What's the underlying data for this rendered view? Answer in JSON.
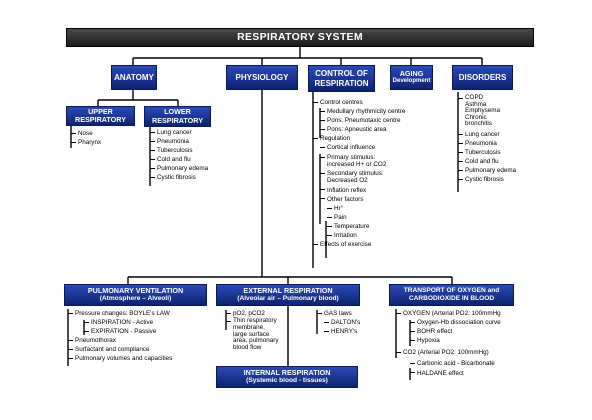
{
  "title": "RESPIRATORY SYSTEM",
  "top": {
    "anatomy": "ANATOMY",
    "physiology": "PHYSIOLOGY",
    "control": "CONTROL OF RESPIRATION",
    "aging": "AGING",
    "aging_sub": "Development",
    "disorders": "DISORDERS"
  },
  "anatomy": {
    "upper": "UPPER RESPIRATORY",
    "upper_items": [
      "Nose",
      "Pharynx"
    ],
    "lower": "LOWER RESPIRATORY",
    "lower_items": [
      "Lung cancer",
      "Pneumonia",
      "Tuberculosis",
      "Cold and flu",
      "Pulmonary edema",
      "Cystic fibrosis"
    ]
  },
  "control": {
    "c1": "Control centres",
    "c1a": "Medullary rhythmicity centre",
    "c1b": "Pons: Pneumotaxic centre",
    "c1c": "Pons: Apneustic area",
    "c2": "Regulation",
    "c2a": "Cortical influence",
    "c2b": "Primary stimulus:\nincreased H+ or CO2",
    "c2c": "Secondary stimulus:\nDecreased O2",
    "c2d": "Inflation reflex",
    "c2e": "Other factors",
    "c2e1": "Hr°",
    "c2e2": "Pain",
    "c2e3": "Temperature",
    "c2e4": "Irritation",
    "c3": "Effects of exercise"
  },
  "disorders": {
    "d1": "COPD\nAsthma\nEmphysema\nChronic\nbronchitis",
    "items": [
      "Lung cancer",
      "Pneumonia",
      "Tuberculosis",
      "Cold and flu",
      "Pulmonary edema",
      "Cystic fibrosis"
    ]
  },
  "bottom": {
    "pv": "PULMONARY VENTILATION",
    "pv_sub": "(Atmosphere – Alveoli)",
    "er": "EXTERNAL RESPIRATION",
    "er_sub": "(Alveolar air – Pulmonary blood)",
    "tr": "TRANSPORT OF OXYGEN and CARBODIOXIDE IN BLOOD",
    "ir": "INTERNAL RESPIRATION",
    "ir_sub": "(Systemic blood - tissues)"
  },
  "pv_items": {
    "p1": "Pressure changes: BOYLE's LAW",
    "p1a": "INSPIRATION - Active",
    "p1b": "EXPIRATION - Passive",
    "p2": "Pneumothorax",
    "p3": "Surfactant and compliance",
    "p4": "Pulmonary volumes and capacities"
  },
  "er_items": {
    "e1": "pO2, pCO2",
    "e2": "Thin respiratory\nmembrane,\nlarge surface\narea, pulmonary\nblood flow",
    "g1": "GAS laws",
    "g1a": "DALTON's",
    "g1b": "HENRY's"
  },
  "tr_items": {
    "t1": "OXYGEN (Arterial PO2: 100mmHg",
    "t1a": "Oxygen-Hb dissociation curve",
    "t1b": "BOHR effect",
    "t1c": "Hypoxia",
    "t2": "CO2 (Arterial PO2: 100mmHg)",
    "t2a": "Carbonic acid - Bicarbonate",
    "t2b": "HALDANE effect"
  },
  "colors": {
    "box": "#142c8a",
    "title": "#2a2a2a",
    "line": "#000000"
  }
}
